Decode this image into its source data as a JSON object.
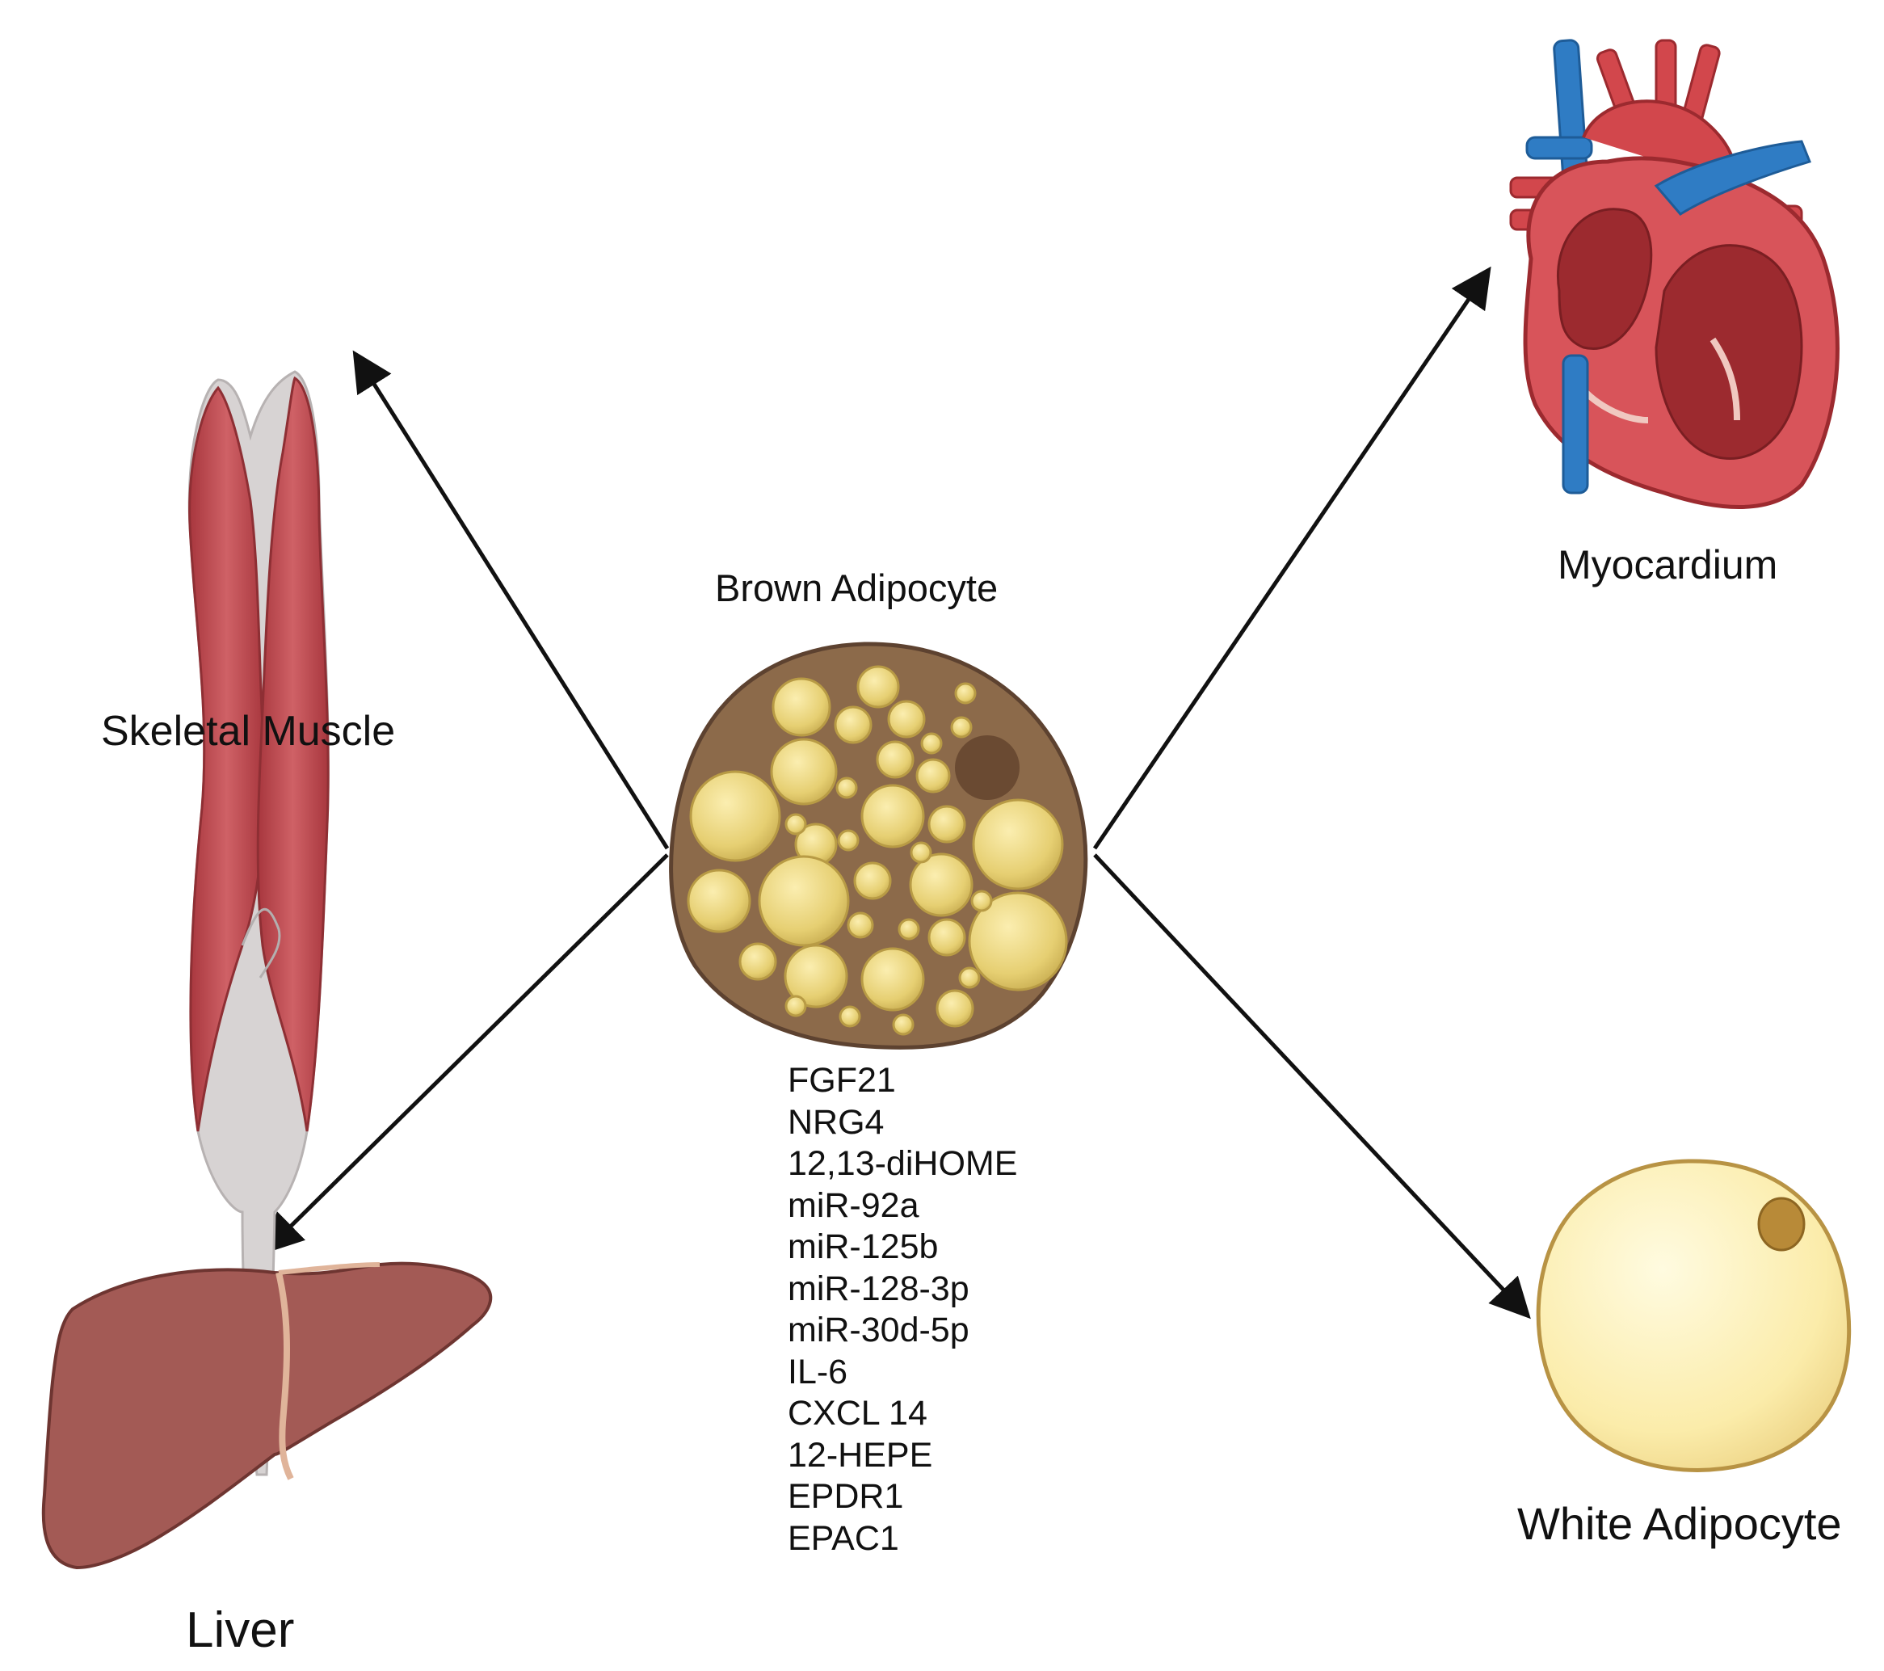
{
  "center": {
    "title": "Brown Adipocyte",
    "secreted_factors": [
      "FGF21",
      "NRG4",
      "12,13-diHOME",
      "miR-92a",
      "miR-125b",
      "miR-128-3p",
      "miR-30d-5p",
      "IL-6",
      "CXCL 14",
      "12-HEPE",
      "EPDR1",
      "EPAC1"
    ]
  },
  "targets": {
    "skeletal_muscle": "Skeletal Muscle",
    "myocardium": "Myocardium",
    "white_adipocyte": "White Adipocyte",
    "liver": "Liver"
  },
  "colors": {
    "brown_cell": "#8c6a4a",
    "lipid_droplet": "#e8d27a",
    "muscle": "#b94a4f",
    "tendon": "#d9d6d6",
    "heart_red": "#d2474c",
    "vessel_blue": "#2f7cc4",
    "white_cell": "#fbefb4",
    "liver": "#a35a55",
    "arrow": "#111111"
  }
}
